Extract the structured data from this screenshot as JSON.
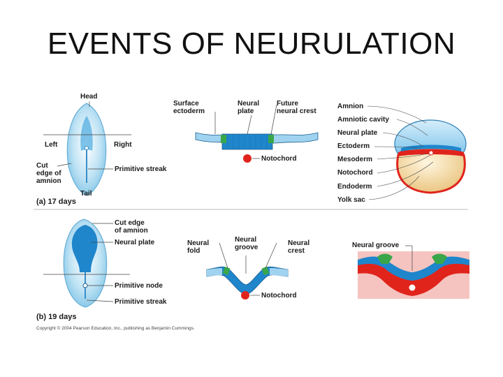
{
  "title": "EVENTS OF NEURULATION",
  "panel_a": {
    "tag": "(a) 17 days",
    "embryo": {
      "head": "Head",
      "left": "Left",
      "right": "Right",
      "tail": "Tail",
      "cut_edge": [
        "Cut",
        "edge of",
        "amnion"
      ],
      "primitive_streak": "Primitive streak"
    },
    "section": {
      "surface_ectoderm": [
        "Surface",
        "ectoderm"
      ],
      "neural_plate": [
        "Neural",
        "plate"
      ],
      "future_neural_crest": [
        "Future",
        "neural crest"
      ],
      "notochord": "Notochord"
    },
    "whole": {
      "labels": [
        "Amnion",
        "Amniotic cavity",
        "Neural plate",
        "Ectoderm",
        "Mesoderm",
        "Notochord",
        "Endoderm",
        "Yolk sac"
      ]
    }
  },
  "panel_b": {
    "tag": "(b) 19 days",
    "embryo": {
      "cut_edge": [
        "Cut edge",
        "of amnion"
      ],
      "neural_plate": "Neural plate",
      "primitive_node": "Primitive node",
      "primitive_streak": "Primitive streak"
    },
    "section": {
      "neural_fold": [
        "Neural",
        "fold"
      ],
      "neural_groove": [
        "Neural",
        "groove"
      ],
      "neural_crest": [
        "Neural",
        "crest"
      ],
      "notochord": "Notochord"
    },
    "detail": {
      "neural_groove": "Neural groove"
    }
  },
  "copyright": "Copyright © 2004 Pearson Education, Inc., publishing as Benjamin Cummings.",
  "colors": {
    "ectoderm_blue": "#3a9fd8",
    "neural_plate_blue": "#1f7fc4",
    "crest_green": "#3aa64a",
    "mesoderm_red": "#e0241c",
    "yolk": "#f5d9a0",
    "amnion_light": "#bfe3f4"
  }
}
